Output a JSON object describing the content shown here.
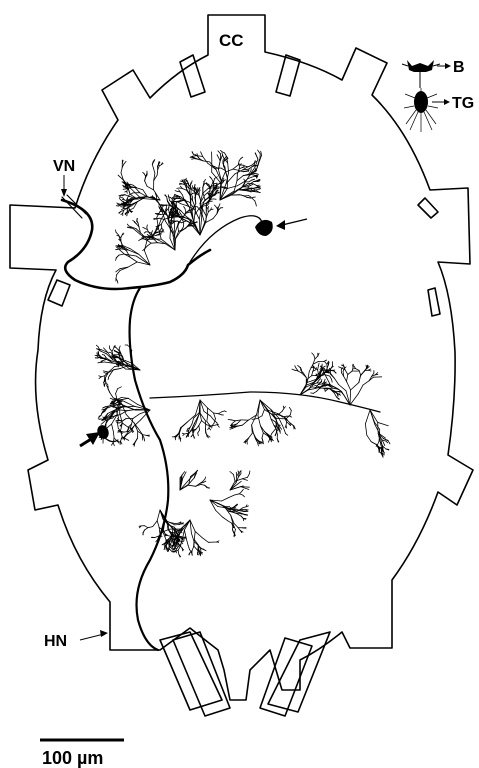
{
  "labels": {
    "cc": "CC",
    "vn": "VN",
    "hn": "HN",
    "b": "B",
    "tg": "TG",
    "scale": "100 µm"
  }
}
